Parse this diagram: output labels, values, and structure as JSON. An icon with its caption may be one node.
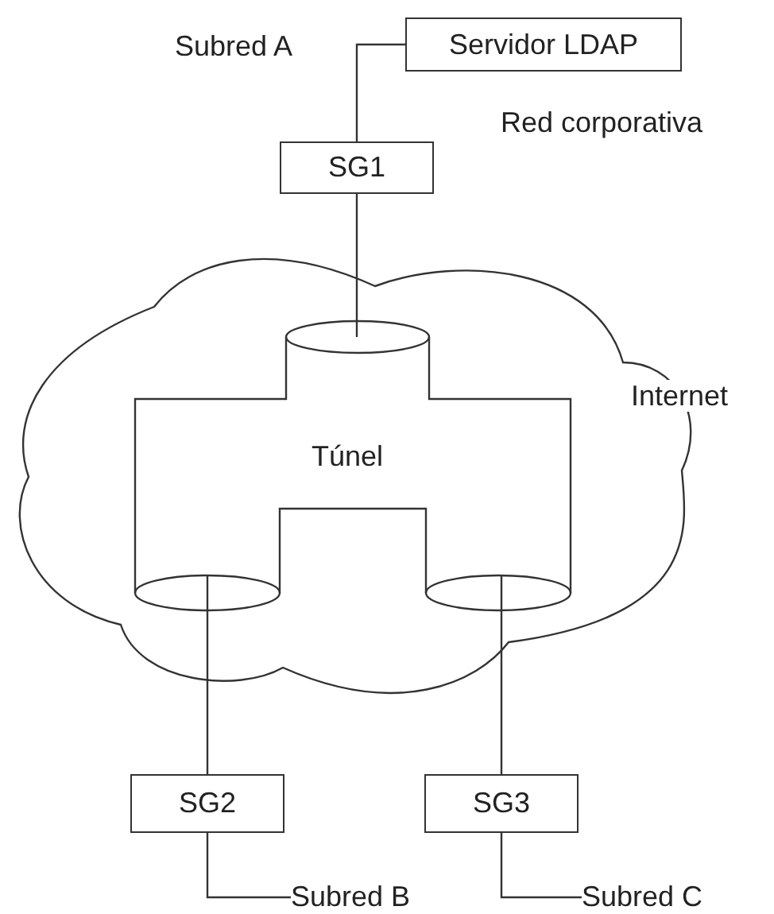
{
  "diagram": {
    "nodes": [
      {
        "text": [
          "Subred A"
        ]
      },
      {
        "text": [
          "Servidor LDAP"
        ]
      },
      {
        "text": [
          "SG1"
        ]
      },
      {
        "text": [
          "Internet"
        ]
      },
      {
        "text": [
          "Túnel"
        ],
        "in": 3
      },
      {
        "text": [
          "SG2"
        ]
      },
      {
        "text": [
          "SG3"
        ]
      },
      {
        "text": [
          "Subred B"
        ]
      },
      {
        "text": [
          "Subred C"
        ]
      }
    ],
    "edges": [
      {
        "from": 1,
        "to": 2,
        "arrow": "none"
      },
      {
        "from": 2,
        "to": 4,
        "arrow": "none"
      },
      {
        "from": 4,
        "to": 5,
        "arrow": "none"
      },
      {
        "from": 4,
        "to": 6,
        "arrow": "none"
      },
      {
        "from": 5,
        "to": 7,
        "arrow": "none"
      },
      {
        "from": 6,
        "to": 8,
        "arrow": "none"
      }
    ],
    "labels": [
      "Red corporativa"
    ]
  }
}
